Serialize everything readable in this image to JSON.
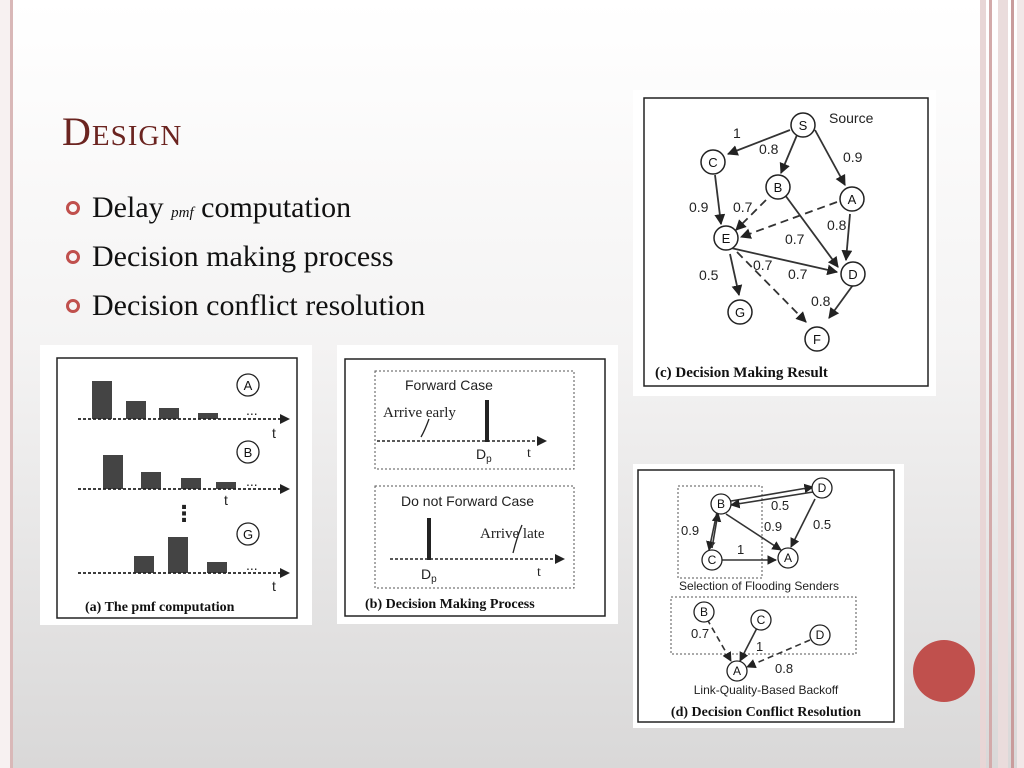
{
  "slide": {
    "title_first": "D",
    "title_rest": "ESIGN",
    "bullets": [
      {
        "pre": "Delay ",
        "ital": "pmf",
        "post": " computation"
      },
      {
        "pre": "Decision making process",
        "ital": "",
        "post": ""
      },
      {
        "pre": "Decision conflict resolution",
        "ital": "",
        "post": ""
      }
    ]
  },
  "fig_a": {
    "caption": "(a) The pmf computation",
    "labels": [
      "A",
      "B",
      "G"
    ],
    "ellipsis": "...",
    "vdots": "⋮",
    "axis_t": "t"
  },
  "fig_b": {
    "forward_case": "Forward Case",
    "arrive_early": "Arrive early",
    "not_forward_case": "Do not Forward Case",
    "arrive_late": "Arrive late",
    "dp_main": "D",
    "dp_sub": "p",
    "axis_t": "t",
    "caption": "(b) Decision Making Process"
  },
  "fig_c": {
    "caption": "(c)  Decision Making Result",
    "source_label": "Source",
    "nodes": [
      "S",
      "C",
      "B",
      "A",
      "E",
      "D",
      "G",
      "F"
    ],
    "weights": [
      "1",
      "0.8",
      "0.9",
      "0.9",
      "0.7",
      "0.8",
      "0.7",
      "0.7",
      "0.5",
      "0.7",
      "0.8"
    ]
  },
  "fig_d": {
    "top_label": "Selection of Flooding Senders",
    "bottom_label": "Link-Quality-Based Backoff",
    "caption": "(d) Decision Conflict Resolution",
    "nodes_top": [
      "B",
      "D",
      "C",
      "A"
    ],
    "nodes_bottom": [
      "B",
      "C",
      "D",
      "A"
    ],
    "weights_top": [
      "0.5",
      "0.9",
      "0.9",
      "0.5",
      "1"
    ],
    "weights_bottom": [
      "0.7",
      "1",
      "0.8"
    ]
  },
  "colors": {
    "title": "#6b2420",
    "bullet": "#c0504d",
    "accent_circle": "#c0504d"
  }
}
